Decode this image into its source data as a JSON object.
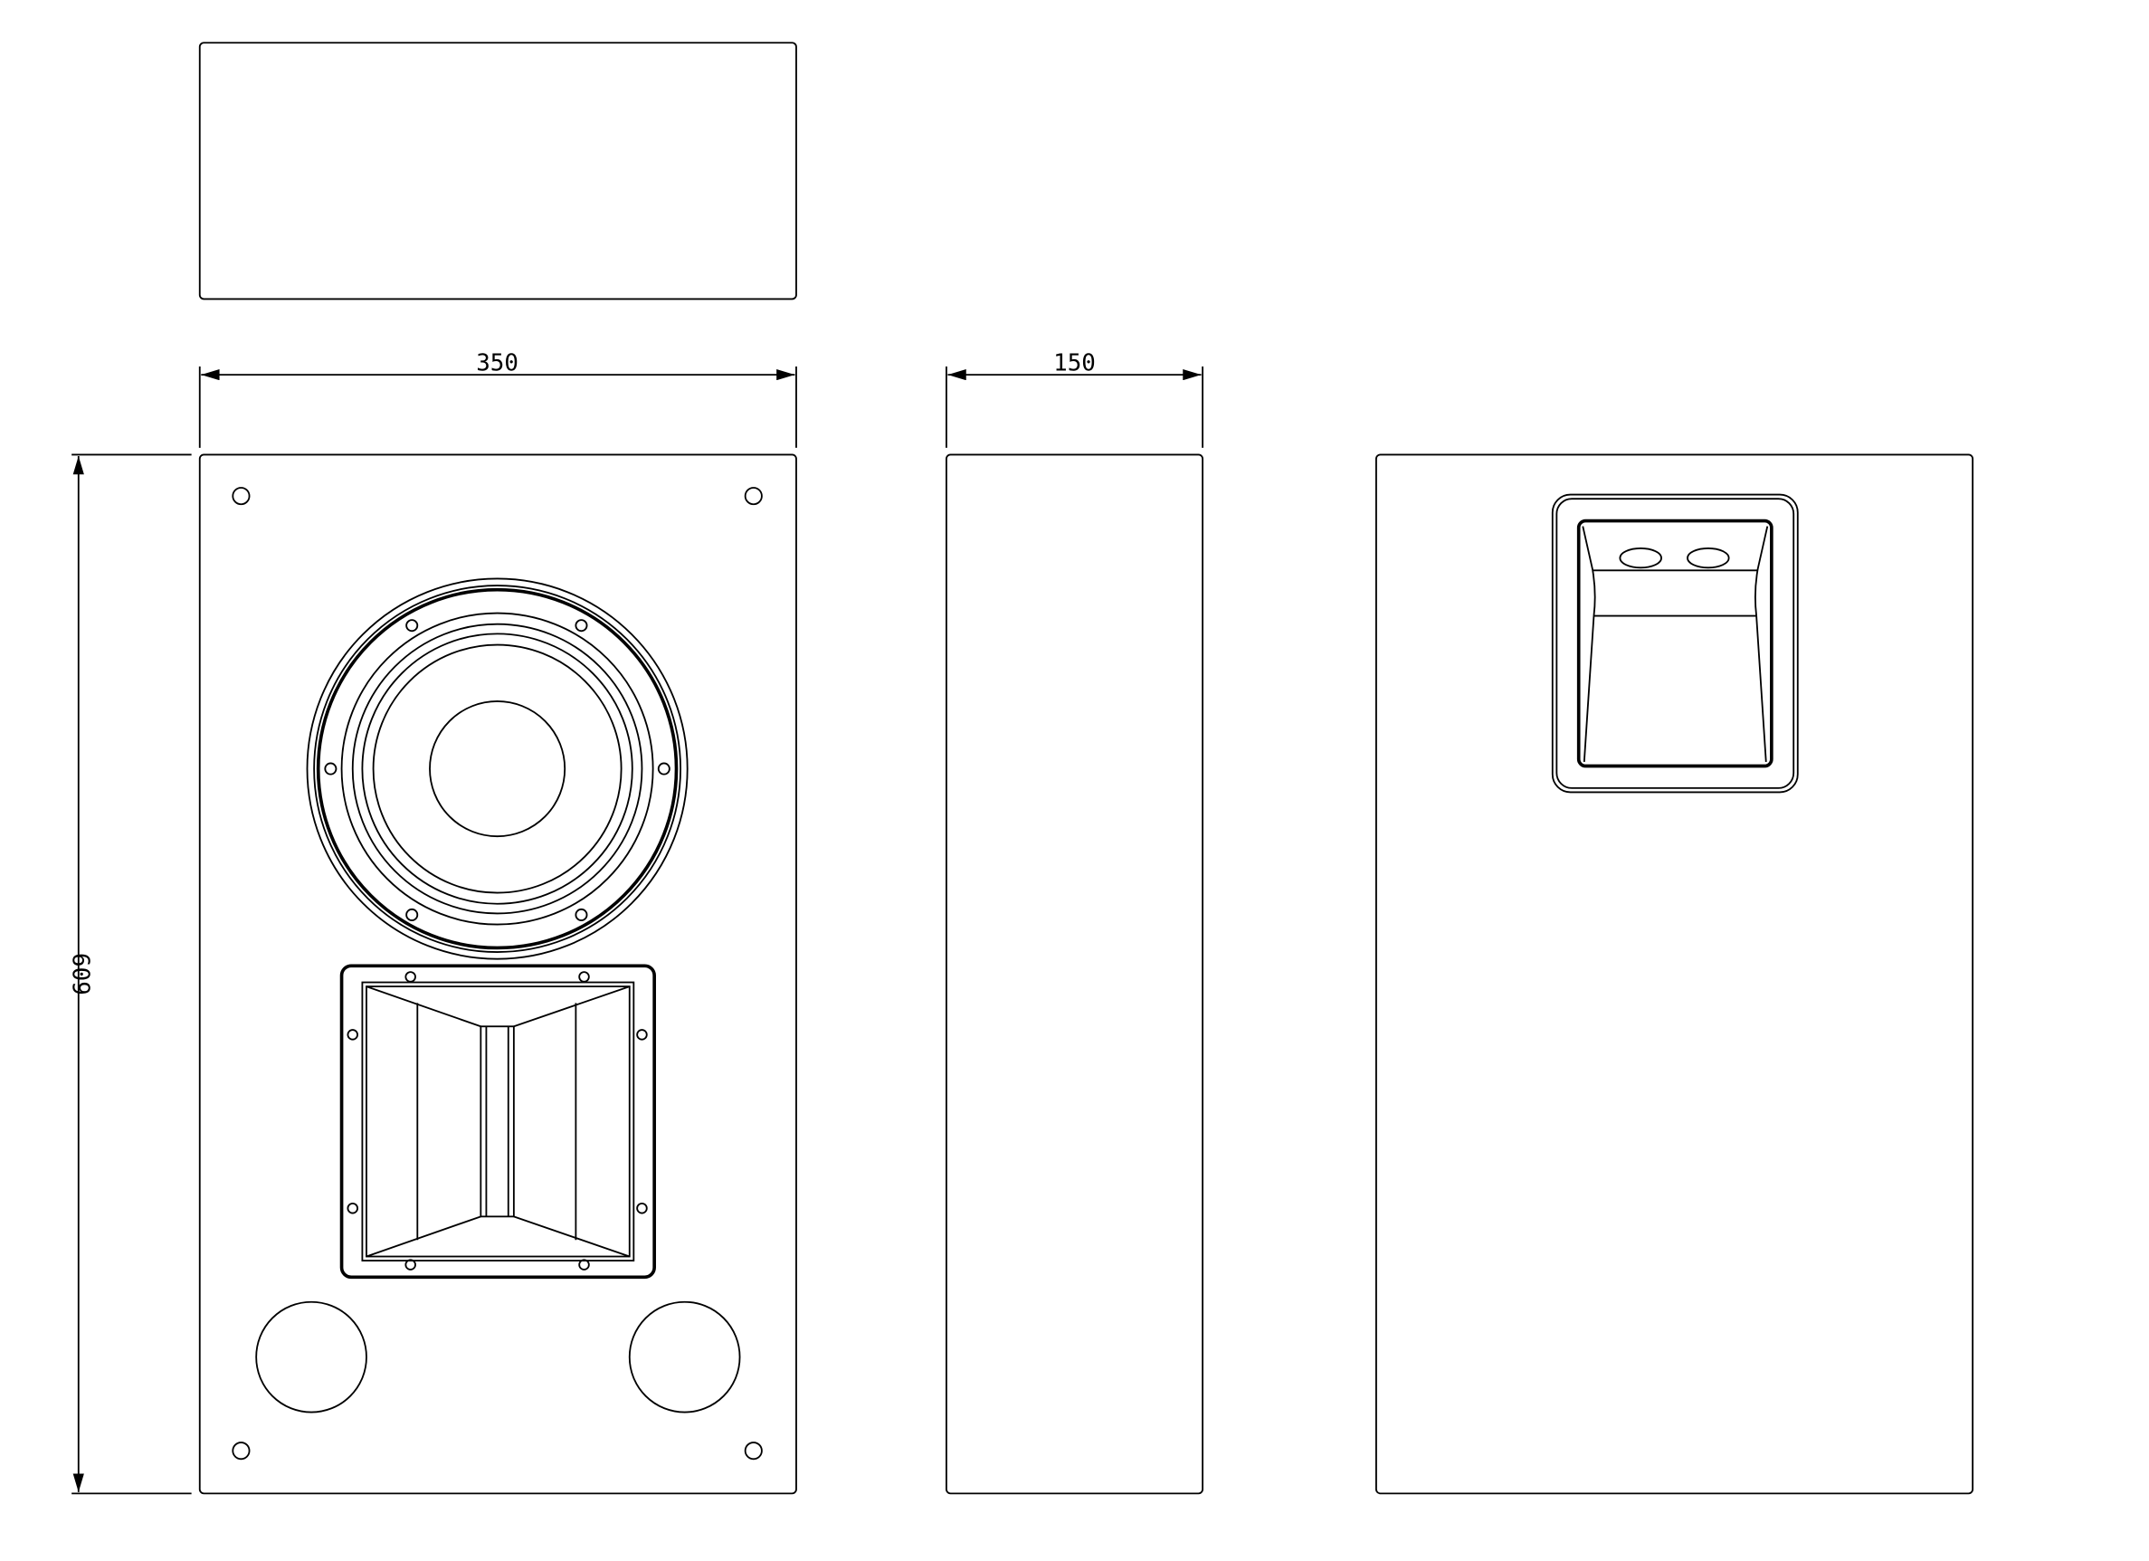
{
  "drawing": {
    "dimensions": {
      "width_label": "350",
      "depth_label": "150",
      "height_label": "609"
    },
    "line_color": "#000000",
    "background_color": "#ffffff"
  }
}
